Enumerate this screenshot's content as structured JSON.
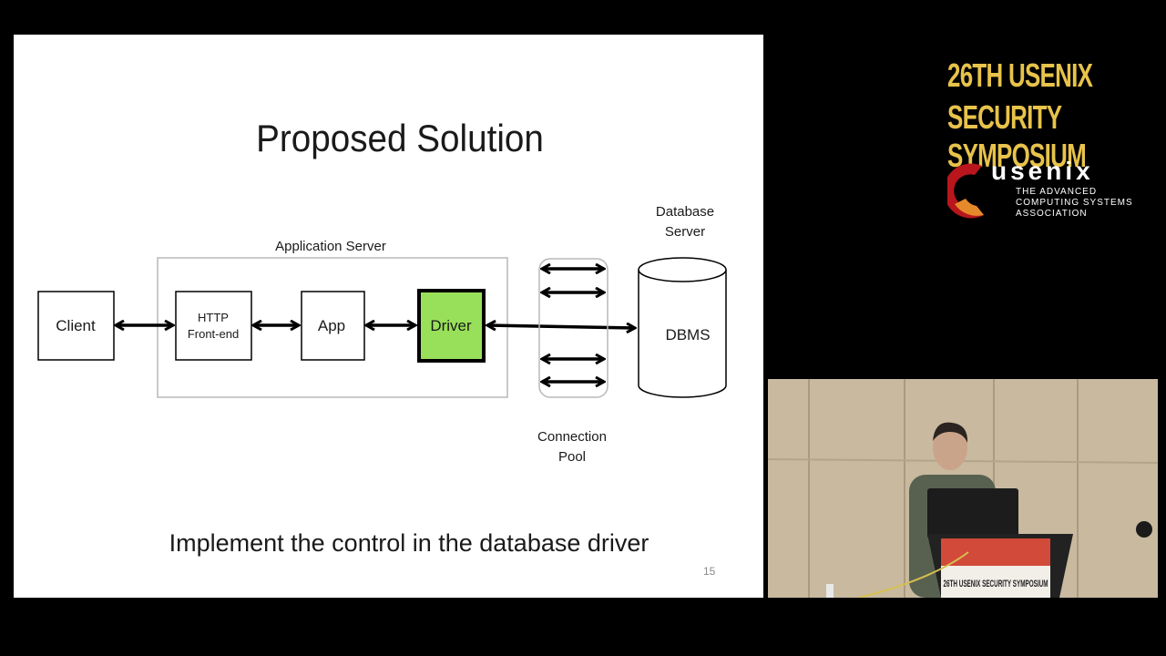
{
  "slide": {
    "title": "Proposed Solution",
    "caption": "Implement the control in the database driver",
    "page_number": "15"
  },
  "diagram": {
    "group_labels": {
      "application_server": "Application Server",
      "database_server_line1": "Database",
      "database_server_line2": "Server",
      "connection_pool_line1": "Connection",
      "connection_pool_line2": "Pool"
    },
    "nodes": {
      "client": "Client",
      "http_line1": "HTTP",
      "http_line2": "Front-end",
      "app": "App",
      "driver": "Driver",
      "dbms": "DBMS"
    },
    "colors": {
      "driver_fill": "#99e05a",
      "stroke": "#000000"
    }
  },
  "branding": {
    "symposium_line1": "26TH USENIX",
    "symposium_line2": "SECURITY SYMPOSIUM",
    "org_name": "usenix",
    "org_tagline": "THE ADVANCED COMPUTING SYSTEMS ASSOCIATION",
    "accent_color": "#e8c34a",
    "logo_icon": "usenix-logo-icon"
  },
  "video": {
    "podium_text": "26TH USENIX SECURITY SYMPOSIUM"
  }
}
